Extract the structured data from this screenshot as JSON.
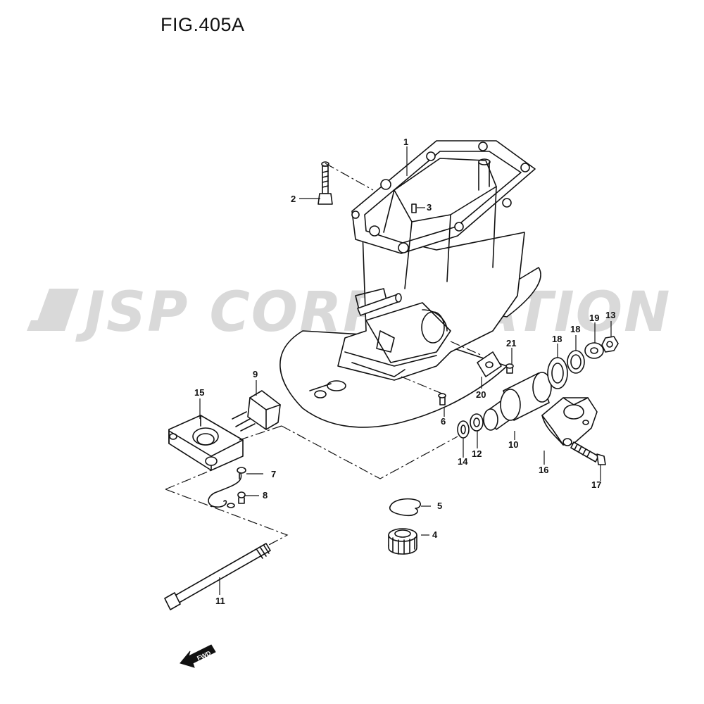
{
  "figure": {
    "title": "FIG.405A",
    "watermark": "JSP CORPORATION",
    "fwd_label": "FWD"
  },
  "callouts": [
    {
      "id": "c1",
      "label": "1"
    },
    {
      "id": "c2",
      "label": "2"
    },
    {
      "id": "c3",
      "label": "3"
    },
    {
      "id": "c4",
      "label": "4"
    },
    {
      "id": "c5",
      "label": "5"
    },
    {
      "id": "c6",
      "label": "6"
    },
    {
      "id": "c7",
      "label": "7"
    },
    {
      "id": "c8",
      "label": "8"
    },
    {
      "id": "c9",
      "label": "9"
    },
    {
      "id": "c10",
      "label": "10"
    },
    {
      "id": "c11",
      "label": "11"
    },
    {
      "id": "c12",
      "label": "12"
    },
    {
      "id": "c13",
      "label": "13"
    },
    {
      "id": "c14",
      "label": "14"
    },
    {
      "id": "c15",
      "label": "15"
    },
    {
      "id": "c16",
      "label": "16"
    },
    {
      "id": "c17",
      "label": "17"
    },
    {
      "id": "c18a",
      "label": "18"
    },
    {
      "id": "c18b",
      "label": "18"
    },
    {
      "id": "c19",
      "label": "19"
    },
    {
      "id": "c20",
      "label": "20"
    },
    {
      "id": "c21",
      "label": "21"
    }
  ],
  "colors": {
    "line": "#111111",
    "watermark": "#d9d9d9",
    "background": "#ffffff"
  }
}
